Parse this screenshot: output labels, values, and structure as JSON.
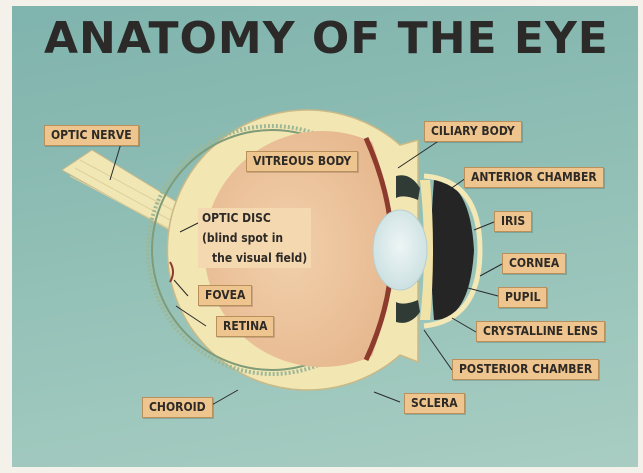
{
  "title": "ANATOMY OF THE EYE",
  "labels": {
    "optic_nerve": "OPTIC NERVE",
    "vitreous_body": "VITREOUS BODY",
    "optic_disc_line1": "OPTIC DISC",
    "optic_disc_line2": "(blind spot in",
    "optic_disc_line3": "the visual field)",
    "fovea": "FOVEA",
    "retina": "RETINA",
    "choroid": "CHOROID",
    "sclera": "SCLERA",
    "ciliary_body": "CILIARY BODY",
    "anterior_chamber": "ANTERIOR CHAMBER",
    "iris": "IRIS",
    "cornea": "CORNEA",
    "pupil": "PUPIL",
    "crystalline_lens": "CRYSTALLINE LENS",
    "posterior_chamber": "POSTERIOR CHAMBER"
  },
  "colors": {
    "background": "#8dbcb4",
    "label_fill": "#eec58e",
    "vitreous": "#efc9a2",
    "sclera": "#f3e9b8",
    "iris": "#262626",
    "lens": "#dcebed",
    "choroid": "#8c3b2c"
  }
}
